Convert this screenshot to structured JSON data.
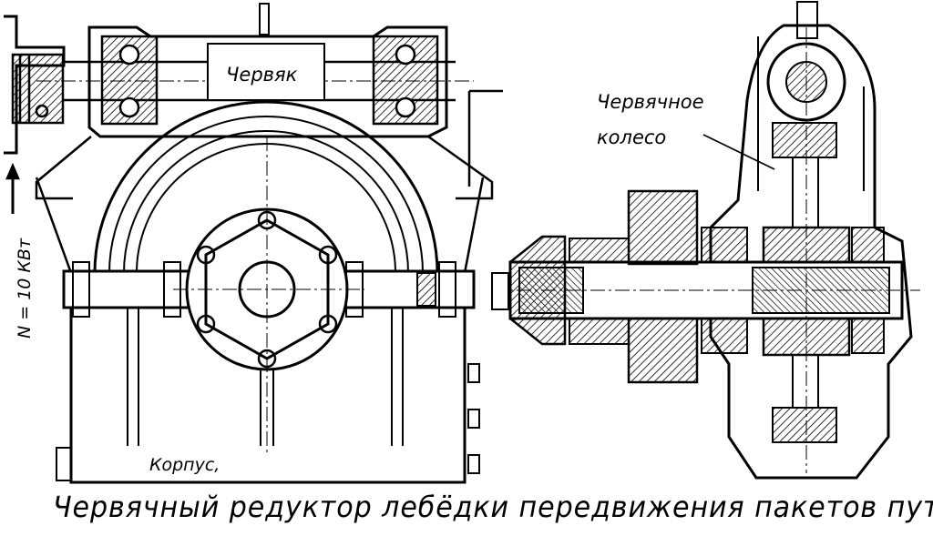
{
  "labels": {
    "worm": "Червяк",
    "worm_wheel_line1": "Червячное",
    "worm_wheel_line2": "колесо",
    "housing": "Корпус,",
    "power": "N = 10 КВт"
  },
  "caption": "Червячный редуктор лебёдки передвижения пакетов пути",
  "colors": {
    "ink": "#000000",
    "paper": "#ffffff"
  }
}
